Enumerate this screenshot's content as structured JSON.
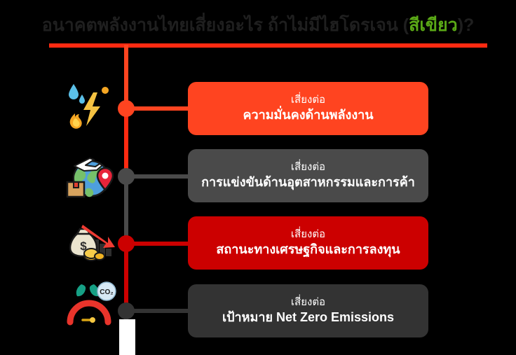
{
  "header": {
    "title_prefix": "อนาคตพลังงานไทยเสี่ยงอะไร ถ้าไม่มีไฮโดรเจน (",
    "title_accent": "สีเขียว",
    "title_suffix": ")?",
    "accent_color": "#5aa816",
    "title_color": "#1f1f1f",
    "rule_color": "#ff2a11"
  },
  "timeline": {
    "spine_color_top": "#ff4420",
    "items": [
      {
        "id": "energy-security",
        "kicker": "เสี่ยงต่อ",
        "title": "ความมั่นคงด้านพลังงาน",
        "color": "#ff4420",
        "icon": "energy-mix-icon"
      },
      {
        "id": "industry-trade",
        "kicker": "เสี่ยงต่อ",
        "title": "การแข่งขันด้านอุตสาหกรรมและการค้า",
        "color": "#4a4a4a",
        "icon": "global-trade-icon"
      },
      {
        "id": "economy-investment",
        "kicker": "เสี่ยงต่อ",
        "title": "สถานะทางเศรษฐกิจและการลงทุน",
        "color": "#cc0000",
        "icon": "economic-decline-icon"
      },
      {
        "id": "net-zero",
        "kicker": "เสี่ยงต่อ",
        "title": "เป้าหมาย Net Zero Emissions",
        "color": "#333333",
        "icon": "co2-gauge-icon"
      }
    ]
  }
}
